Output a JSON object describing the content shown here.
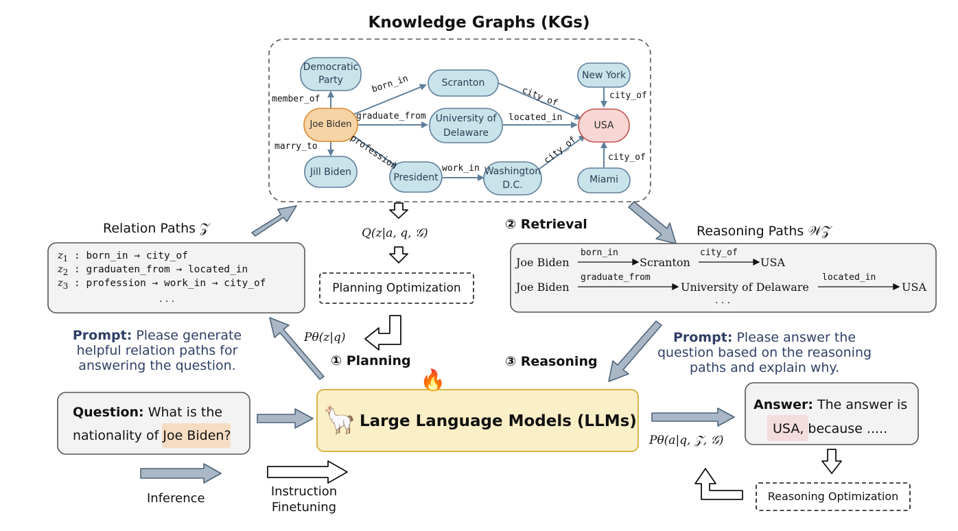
{
  "kg": {
    "title": "Knowledge Graphs (KGs)",
    "nodes": {
      "democratic_line1": "Democratic",
      "democratic_line2": "Party",
      "scranton": "Scranton",
      "new_york": "New York",
      "joe_biden": "Joe Biden",
      "university_line1": "University of",
      "university_line2": "Delaware",
      "usa": "USA",
      "jill_biden": "Jill Biden",
      "president": "President",
      "washington_line1": "Washington",
      "washington_line2": "D.C.",
      "miami": "Miami"
    },
    "edges": {
      "member_of": "member_of",
      "born_in": "born_in",
      "city_of_scranton": "city_of",
      "city_of_newyork": "city_of",
      "graduate_from": "graduate_from",
      "located_in": "located_in",
      "marry_to": "marry_to",
      "profession": "profession",
      "work_in": "work_in",
      "city_of_washington": "city_of",
      "city_of_miami": "city_of"
    }
  },
  "relation_paths": {
    "title": "Relation Paths 𝒵",
    "lines": [
      {
        "var": "z",
        "sub": "1",
        "text": " : born_in → city_of"
      },
      {
        "var": "z",
        "sub": "2",
        "text": " : graduaten_from → located_in"
      },
      {
        "var": "z",
        "sub": "3",
        "text": " : profession → work_in → city_of"
      }
    ],
    "ellipsis": ". . ."
  },
  "q_formula": "Q(z|a, q, 𝒢)",
  "planning_optimization": "Planning Optimization",
  "p_z_formula": "Pθ(z|q)",
  "planning_label": "① Planning",
  "retrieval_label": "② Retrieval",
  "reasoning_label": "③ Reasoning",
  "reasoning_paths": {
    "title": "Reasoning Paths 𝒲𝒵",
    "row1": {
      "a": "Joe Biden",
      "r1": "born_in",
      "b": "Scranton",
      "r2": "city_of",
      "c": "USA"
    },
    "row2": {
      "a": "Joe Biden",
      "r1": "graduate_from",
      "b": "University of Delaware",
      "r2": "located_in",
      "c": "USA"
    },
    "ellipsis": ". . ."
  },
  "prompt_left": {
    "label": "Prompt:",
    "line1": "Please generate",
    "line2": "helpful relation paths for",
    "line3": "answering the question."
  },
  "prompt_right": {
    "label": "Prompt:",
    "line1": "Please answer the",
    "line2": "question based on the reasoning",
    "line3": "paths and explain why."
  },
  "question": {
    "label": "Question:",
    "text1": "What is the",
    "text2a": "nationality of ",
    "highlight": "Joe Biden",
    "text2b": "?"
  },
  "llm": {
    "title": "Large Language Models (LLMs)",
    "fire_icon": "🔥",
    "llama_icon": "🦙"
  },
  "answer": {
    "label": "Answer:",
    "text1": "The answer is",
    "highlight": "USA",
    "text2": ", because ....."
  },
  "p_a_formula": "Pθ(a|q, 𝒵, 𝒢)",
  "reasoning_optimization": "Reasoning Optimization",
  "legend": {
    "inference": "Inference",
    "instruction_line1": "Instruction",
    "instruction_line2": "Finetuning"
  },
  "colors": {
    "node_fill": "#c9e3ea",
    "node_stroke": "#5f7f9a",
    "joe_fill": "#f7d4a6",
    "joe_stroke": "#d9892b",
    "usa_fill": "#f7d6d4",
    "usa_stroke": "#c0504d",
    "arrow_blue": "#5f7f9a",
    "panel_fill": "#f3f3f3",
    "llm_fill": "#fbefc7",
    "llm_stroke": "#d8b44a",
    "highlight_joe": "#f6dcc2",
    "highlight_usa": "#f5dcdc",
    "prompt_color": "#2f3f66"
  }
}
